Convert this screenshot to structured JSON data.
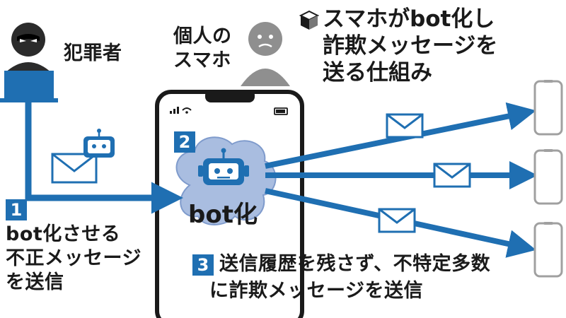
{
  "title": {
    "icon": "cube-icon",
    "lines": [
      "スマホがbot化し",
      "詐欺メッセージを",
      "送る仕組み"
    ]
  },
  "actors": {
    "criminal": "犯罪者",
    "personal_phone": [
      "個人の",
      "スマホ"
    ]
  },
  "steps": [
    {
      "number": "1",
      "lines": [
        "bot化させる",
        "不正メッセージ",
        "を送信"
      ]
    },
    {
      "number": "2",
      "label": "bot化"
    },
    {
      "number": "3",
      "lines": [
        "送信履歴を残さず、不特定多数",
        "に詐欺メッセージを送信"
      ]
    }
  ],
  "colors": {
    "accent_blue": "#1f6fb2",
    "cloud_blue": "#a9bde0",
    "person_gray": "#8f8f8f",
    "criminal_dark": "#2b2b2b"
  }
}
